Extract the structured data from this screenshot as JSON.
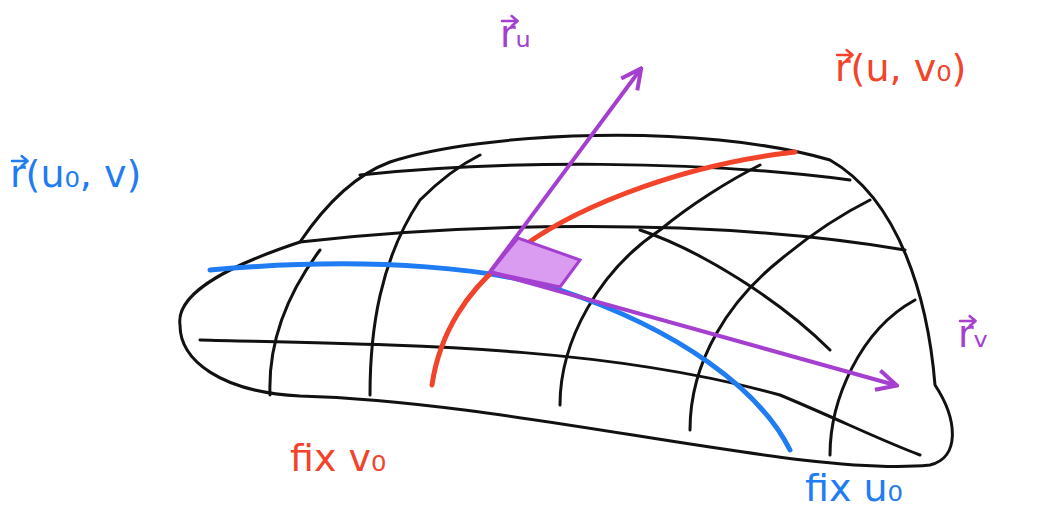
{
  "diagram": {
    "labels": [
      "rᵤ",
      "r(u, v₀)",
      "r(u₀, v)",
      "rᵥ",
      "fix v₀",
      "fix u₀"
    ]
  }
}
